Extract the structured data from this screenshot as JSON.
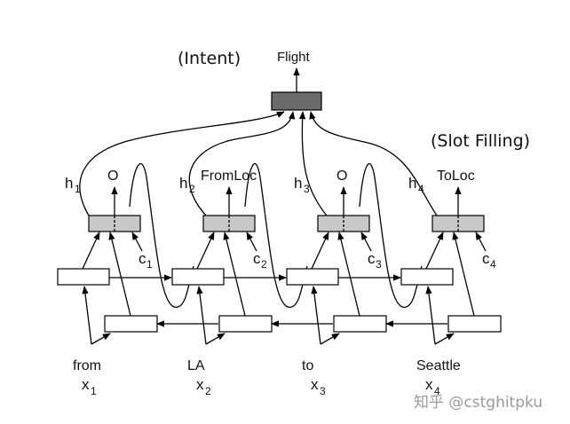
{
  "title_labels": {
    "intent": "(Intent)",
    "slot_filling": "(Slot Filling)",
    "intent_output": "Flight"
  },
  "steps": [
    {
      "word": "from",
      "x_var": "x",
      "x_sub": "1",
      "h_var": "h",
      "h_sub": "1",
      "c_var": "c",
      "c_sub": "1",
      "slot": "O"
    },
    {
      "word": "LA",
      "x_var": "x",
      "x_sub": "2",
      "h_var": "h",
      "h_sub": "2",
      "c_var": "c",
      "c_sub": "2",
      "slot": "FromLoc"
    },
    {
      "word": "to",
      "x_var": "x",
      "x_sub": "3",
      "h_var": "h",
      "h_sub": "3",
      "c_var": "c",
      "c_sub": "3",
      "slot": "O"
    },
    {
      "word": "Seattle",
      "x_var": "x",
      "x_sub": "4",
      "h_var": "h",
      "h_sub": "4",
      "c_var": "c",
      "c_sub": "4",
      "slot": "ToLoc"
    }
  ],
  "watermark": "知乎 @cstghitpku",
  "colors": {
    "intent_box": "#6b6b6b",
    "slot_box": "#c8c8c8",
    "line": "#000000"
  }
}
